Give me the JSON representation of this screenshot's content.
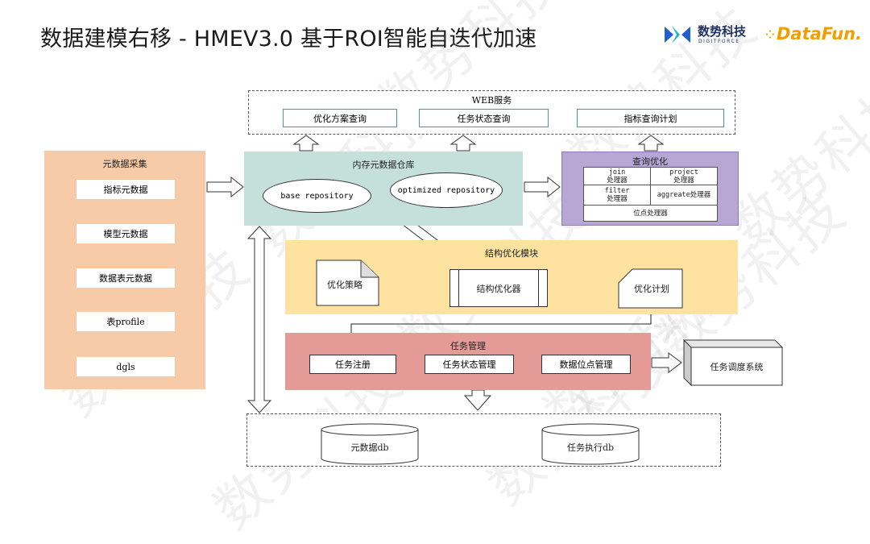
{
  "title": "数据建模右移 - HMEV3.0 基于ROI智能自迭代加速",
  "logos": {
    "digitforce_cn": "数势科技",
    "digitforce_en": "DIGITFORCE",
    "datafun": "DataFun."
  },
  "watermark_text": "数势科技",
  "web_service": {
    "title": "WEB服务",
    "buttons": [
      "优化方案查询",
      "任务状态查询",
      "指标查询计划"
    ]
  },
  "metadata_collection": {
    "title": "元数据采集",
    "items": [
      "指标元数据",
      "模型元数据",
      "数据表元数据",
      "表profile",
      "dgls"
    ]
  },
  "memory_warehouse": {
    "title": "内存元数据仓库",
    "base": "base repository",
    "optimized": "optimized repository"
  },
  "query_optimize": {
    "title": "查询优化",
    "cells": [
      {
        "line1": "join",
        "line2": "处理器"
      },
      {
        "line1": "project",
        "line2": "处理器"
      },
      {
        "line1": "filter",
        "line2": "处理器"
      },
      {
        "line1": "aggreate处理器",
        "line2": ""
      }
    ],
    "bottom": "位点处理器"
  },
  "structure_optimize": {
    "title": "结构优化模块",
    "strategy": "优化策略",
    "optimizer": "结构优化器",
    "plan": "优化计划"
  },
  "task_management": {
    "title": "任务管理",
    "buttons": [
      "任务注册",
      "任务状态管理",
      "数据位点管理"
    ],
    "scheduler": "任务调度系统"
  },
  "database": {
    "items": [
      "元数据db",
      "任务执行db"
    ]
  }
}
